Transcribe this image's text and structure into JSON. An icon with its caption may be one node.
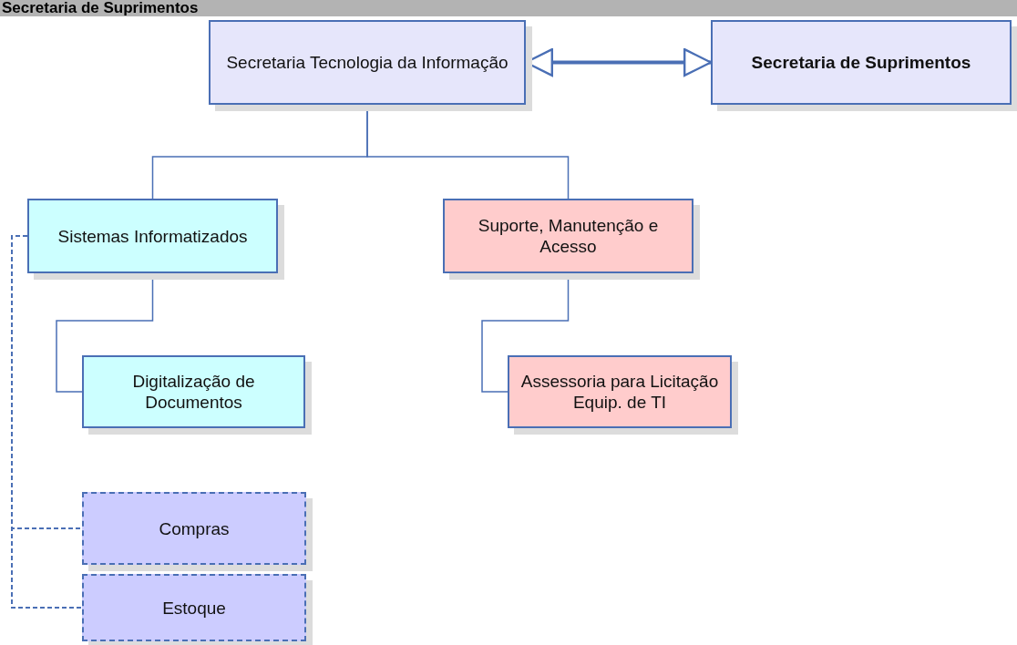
{
  "diagram": {
    "title": "Secretaria de Suprimentos",
    "nodes": [
      {
        "text": [
          "Secretaria Tecnologia da Informação"
        ]
      },
      {
        "text": [
          "Secretaria de Suprimentos"
        ]
      },
      {
        "text": [
          "Sistemas Informatizados"
        ]
      },
      {
        "text": [
          "Suporte, Manutenção e Acesso"
        ]
      },
      {
        "text": [
          "Digitalização de Documentos"
        ]
      },
      {
        "text": [
          "Assessoria para Licitação Equip. de TI"
        ]
      },
      {
        "text": [
          "Compras"
        ]
      },
      {
        "text": [
          "Estoque"
        ]
      }
    ],
    "edges": [
      {
        "from": 0,
        "to": 1,
        "arrow": "both",
        "style": "thick"
      },
      {
        "from": 0,
        "to": 2,
        "arrow": "none"
      },
      {
        "from": 0,
        "to": 3,
        "arrow": "none"
      },
      {
        "from": 2,
        "to": 4,
        "arrow": "none"
      },
      {
        "from": 3,
        "to": 5,
        "arrow": "none"
      },
      {
        "from": 2,
        "to": 6,
        "arrow": "none",
        "style": "dashed"
      },
      {
        "from": 2,
        "to": 7,
        "arrow": "none",
        "style": "dashed"
      }
    ]
  }
}
